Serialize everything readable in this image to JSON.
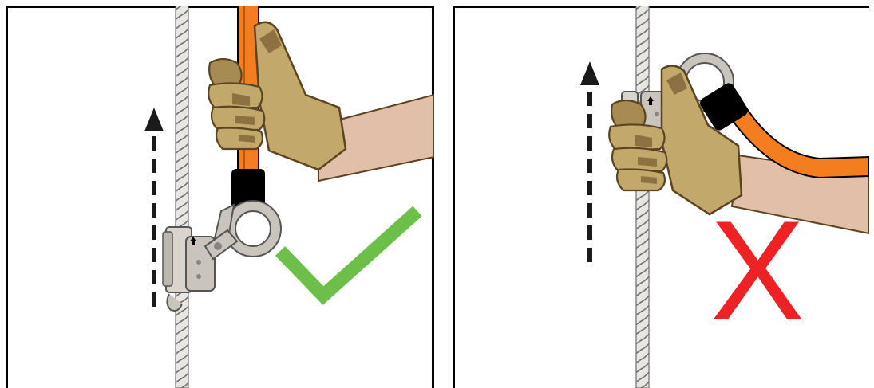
{
  "colors": {
    "panel_border": "#000000",
    "background": "#ffffff",
    "rope": "#e8e6e3",
    "rope_stroke": "#6e6e6e",
    "lanyard": "#f47d20",
    "lanyard_dark": "#b75510",
    "glove": "#c3a86b",
    "glove_shadow": "#8d7140",
    "glove_stroke": "#5b4420",
    "skin": "#e2bfa9",
    "metal": "#c9c5bd",
    "metal_dark": "#8a857c",
    "connector_sleeve": "#000000",
    "check_mark": "#6cc04a",
    "x_mark": "#ee2124",
    "arrow": "#1a1a1a"
  },
  "panels": [
    {
      "id": "correct",
      "symbol": "checkmark",
      "arrow_direction": "up"
    },
    {
      "id": "incorrect",
      "symbol": "x-mark",
      "arrow_direction": "up"
    }
  ],
  "marks": {
    "incorrect_letter": "X"
  }
}
